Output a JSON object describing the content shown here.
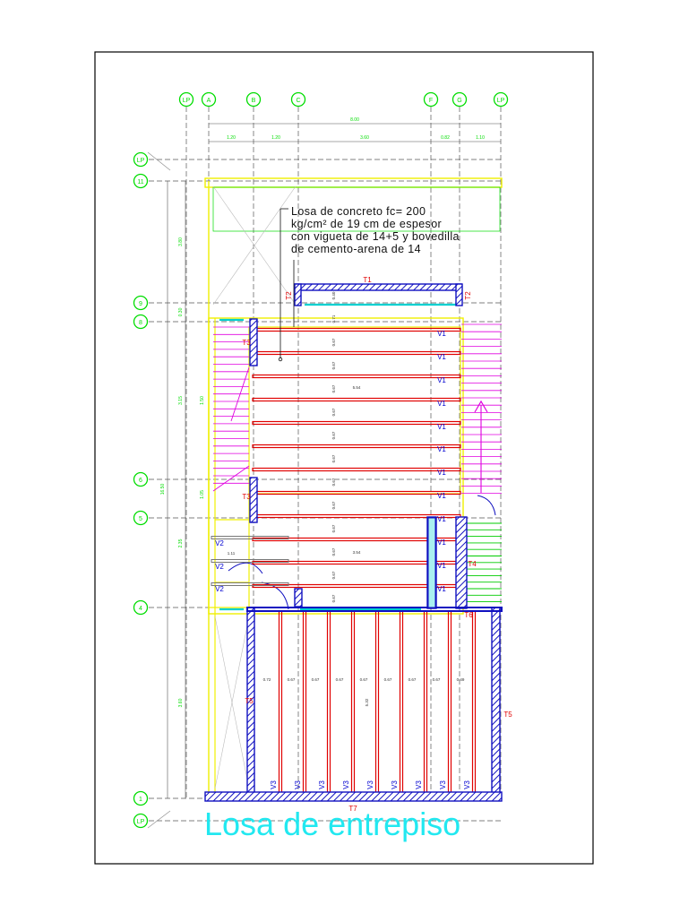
{
  "sheet": {
    "title": "Losa de entrepiso"
  },
  "note": {
    "lines": [
      "Losa de concreto fc= 200",
      "kg/cm² de 19 cm de espesor",
      "con vigueta de 14+5 y bovedilla",
      "de cemento-arena de 14"
    ]
  },
  "axes": {
    "columns": [
      "LP",
      "A",
      "B",
      "C",
      "F",
      "G",
      "LP"
    ],
    "rows": [
      "LP",
      "11",
      "9",
      "8",
      "6",
      "5",
      "4",
      "1",
      "LP"
    ]
  },
  "dimensions": {
    "top_total": "8.00",
    "top_spans": [
      "1.20",
      "1.20",
      "3.60",
      "0.82",
      "1.10"
    ],
    "left_spans": [
      "3.80",
      "0.30",
      "3.15",
      "2.35",
      "3.60"
    ],
    "left_total": "16.50",
    "left_extra": [
      "1.50",
      "1.05"
    ],
    "vigueta_spacing_upper": [
      "0.40",
      "0.71",
      "0.67",
      "0.67",
      "0.67",
      "0.67",
      "0.67",
      "0.67",
      "0.67",
      "0.67",
      "0.67",
      "0.67",
      "0.67",
      "0.67"
    ],
    "vigueta_spacing_lower": [
      "0.72",
      "0.67",
      "0.67",
      "0.67",
      "0.67",
      "0.67",
      "0.67",
      "0.67",
      "0.49"
    ],
    "span_upper": "5.54",
    "span_middle": "3.54",
    "span_lower": "5.32",
    "small_span": "1.11"
  },
  "labels": {
    "trabes": [
      "T1",
      "T2",
      "T2",
      "T3",
      "T3",
      "T4",
      "T5",
      "T5",
      "T6",
      "T7"
    ],
    "v1": [
      "V1",
      "V1",
      "V1",
      "V1",
      "V1",
      "V1",
      "V1",
      "V1",
      "V1",
      "V1",
      "V1",
      "V1"
    ],
    "v2": [
      "V2",
      "V2",
      "V2"
    ],
    "v3": [
      "V3",
      "V3",
      "V3",
      "V3",
      "V3",
      "V3",
      "V3",
      "V3",
      "V3"
    ]
  },
  "colors": {
    "axis": "#00dd00",
    "beam": "#e00000",
    "vigueta": "#e00000",
    "wall_hatch": "#1010c0",
    "outline": "#f0f000",
    "stair": "#e000e0",
    "title": "#22e8f0",
    "label": "#e00000",
    "vlabel": "#0000d0"
  }
}
